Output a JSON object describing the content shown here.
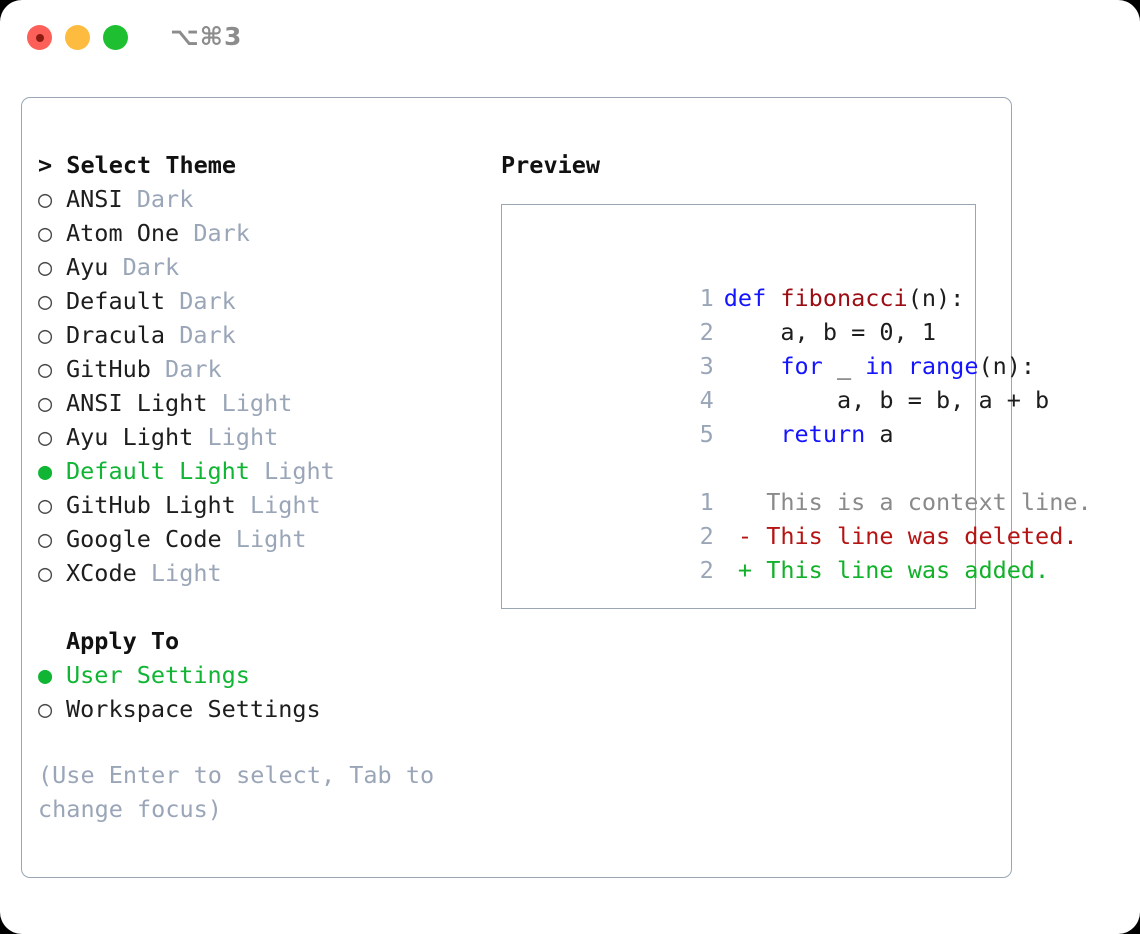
{
  "window": {
    "shortcut": "⌥⌘3",
    "traffic_lights": [
      "close-dot",
      "minimize-dot",
      "maximize-dot"
    ],
    "colors": {
      "close": "#fc6058",
      "minimize": "#fdbc40",
      "maximize": "#1ec032",
      "accent_green": "#11b534",
      "muted": "#9aa6b8",
      "border": "#9aa6b4"
    }
  },
  "theme_list": {
    "header": "> Select Theme",
    "items": [
      {
        "marker": "○",
        "label": "ANSI",
        "suffix": "Dark",
        "selected": false
      },
      {
        "marker": "○",
        "label": "Atom One",
        "suffix": "Dark",
        "selected": false
      },
      {
        "marker": "○",
        "label": "Ayu",
        "suffix": "Dark",
        "selected": false
      },
      {
        "marker": "○",
        "label": "Default",
        "suffix": "Dark",
        "selected": false
      },
      {
        "marker": "○",
        "label": "Dracula",
        "suffix": "Dark",
        "selected": false
      },
      {
        "marker": "○",
        "label": "GitHub",
        "suffix": "Dark",
        "selected": false
      },
      {
        "marker": "○",
        "label": "ANSI Light",
        "suffix": "Light",
        "selected": false
      },
      {
        "marker": "○",
        "label": "Ayu Light",
        "suffix": "Light",
        "selected": false
      },
      {
        "marker": "●",
        "label": "Default Light",
        "suffix": "Light",
        "selected": true
      },
      {
        "marker": "○",
        "label": "GitHub Light",
        "suffix": "Light",
        "selected": false
      },
      {
        "marker": "○",
        "label": "Google Code",
        "suffix": "Light",
        "selected": false
      },
      {
        "marker": "○",
        "label": "XCode",
        "suffix": "Light",
        "selected": false
      }
    ]
  },
  "apply_to": {
    "header": "Apply To",
    "items": [
      {
        "marker": "●",
        "label": "User Settings",
        "selected": true
      },
      {
        "marker": "○",
        "label": "Workspace Settings",
        "selected": false
      }
    ]
  },
  "hint": "(Use Enter to select, Tab to change focus)",
  "preview": {
    "title": "Preview",
    "code_lines": [
      {
        "lineno": "1",
        "tokens": [
          {
            "text": "def ",
            "kind": "kw"
          },
          {
            "text": "fibonacci",
            "kind": "fn"
          },
          {
            "text": "(n):",
            "kind": "plain"
          }
        ]
      },
      {
        "lineno": "2",
        "tokens": [
          {
            "text": "    a, b = 0, 1",
            "kind": "plain"
          }
        ]
      },
      {
        "lineno": "3",
        "tokens": [
          {
            "text": "    ",
            "kind": "plain"
          },
          {
            "text": "for",
            "kind": "kw"
          },
          {
            "text": " _ ",
            "kind": "plain"
          },
          {
            "text": "in",
            "kind": "kw"
          },
          {
            "text": " ",
            "kind": "plain"
          },
          {
            "text": "range",
            "kind": "kw"
          },
          {
            "text": "(n):",
            "kind": "plain"
          }
        ]
      },
      {
        "lineno": "4",
        "tokens": [
          {
            "text": "        a, b = b, a + b",
            "kind": "plain"
          }
        ]
      },
      {
        "lineno": "5",
        "tokens": [
          {
            "text": "    ",
            "kind": "plain"
          },
          {
            "text": "return",
            "kind": "kw"
          },
          {
            "text": " a",
            "kind": "plain"
          }
        ]
      }
    ],
    "diff_lines": [
      {
        "lineno": "1",
        "tokens": [
          {
            "text": "   This is a context line.",
            "kind": "ctx"
          }
        ]
      },
      {
        "lineno": "2",
        "tokens": [
          {
            "text": " - This line was deleted.",
            "kind": "del"
          }
        ]
      },
      {
        "lineno": "2",
        "tokens": [
          {
            "text": " + This line was added.",
            "kind": "add"
          }
        ]
      }
    ]
  }
}
